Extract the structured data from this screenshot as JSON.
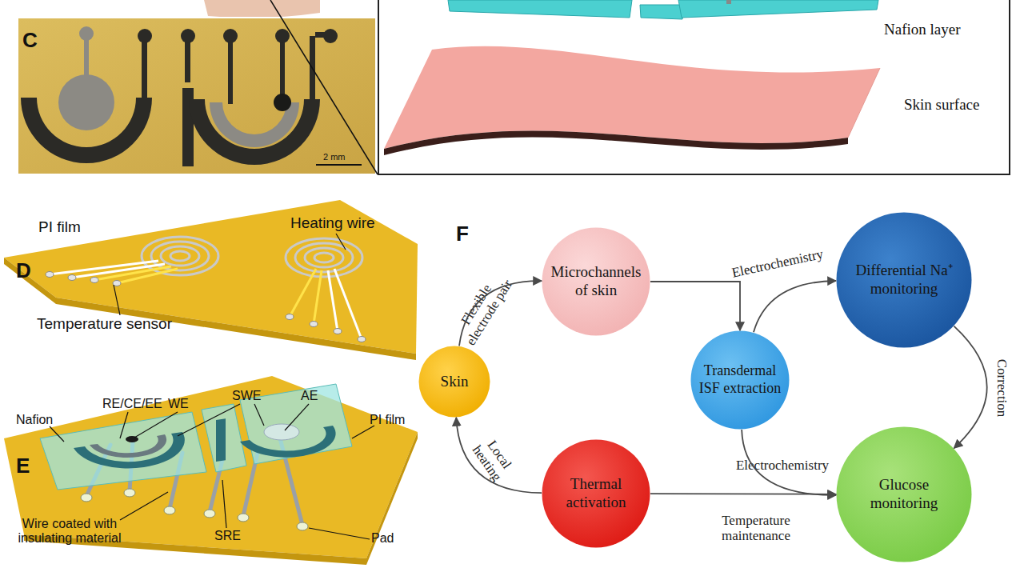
{
  "diagram": {
    "nodes": [
      {
        "text": [
          "Microchannels of skin"
        ]
      },
      {
        "text": [
          "Differential Na⁺ monitoring"
        ]
      },
      {
        "text": [
          "Skin"
        ]
      },
      {
        "text": [
          "Transdermal ISF extraction"
        ]
      },
      {
        "text": [
          "Thermal activation"
        ]
      },
      {
        "text": [
          "Glucose monitoring"
        ]
      }
    ],
    "edges": [
      {
        "from": 2,
        "to": 0,
        "label": "Flexible electrode pair",
        "arrow": "to"
      },
      {
        "from": 0,
        "to": 3,
        "arrow": "to"
      },
      {
        "from": 3,
        "to": 1,
        "label": "Electrochemistry",
        "arrow": "to"
      },
      {
        "from": 1,
        "to": 5,
        "label": "Correction",
        "arrow": "to"
      },
      {
        "from": 3,
        "to": 5,
        "label": "Electrochemistry",
        "arrow": "to"
      },
      {
        "from": 4,
        "to": 2,
        "label": "Local heating",
        "arrow": "to"
      },
      {
        "from": 4,
        "to": 5,
        "label": "Temperature maintenance",
        "arrow": "to"
      }
    ],
    "labels": [
      "C",
      "2 mm",
      "Nafion layer",
      "Skin surface",
      "PI film",
      "Heating wire",
      "D",
      "Temperature sensor",
      "E",
      "Nafion",
      "RE/CE/EE",
      "WE",
      "SWE",
      "AE",
      "PI film",
      "SRE",
      "Wire coated with insulating material",
      "Pad",
      "F"
    ]
  }
}
